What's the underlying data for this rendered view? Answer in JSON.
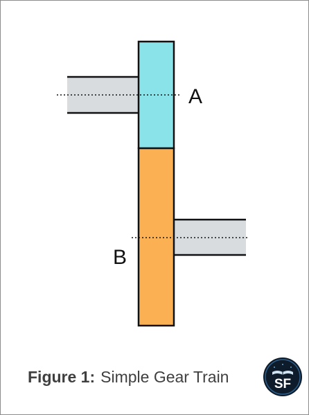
{
  "diagram": {
    "gear_a_label": "A",
    "gear_b_label": "B",
    "colors": {
      "gear_a": "#8be3ea",
      "gear_b": "#fbb153",
      "shaft": "#d9dcdf"
    }
  },
  "caption": {
    "figure_number": "Figure 1:",
    "title": "Simple Gear Train"
  },
  "logo": {
    "text": "SF",
    "icon": "sf-book-logo-icon"
  }
}
